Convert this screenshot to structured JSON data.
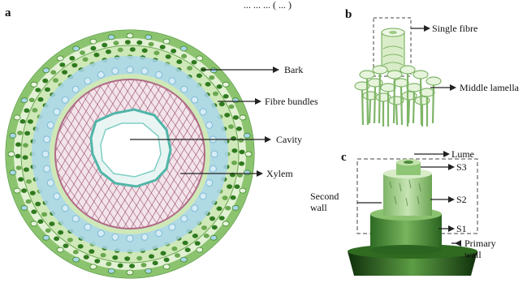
{
  "header_fragment": "... ... ... ( ... )",
  "panels": {
    "a": "a",
    "b": "b",
    "c": "c"
  },
  "panel_a": {
    "bark": "Bark",
    "fibre_bundles": "Fibre bundles",
    "cavity": "Cavity",
    "xylem": "Xylem"
  },
  "panel_b": {
    "single_fibre": "Single fibre",
    "middle_lamella": "Middle lamella"
  },
  "panel_c": {
    "lume": "Lume",
    "s3": "S3",
    "second_wall_1": "Second",
    "second_wall_2": "wall",
    "s2": "S2",
    "s1": "S1",
    "primary_wall_1": "Primary",
    "primary_wall_2": "wall"
  },
  "colors": {
    "bark_green": "#2f7a1f",
    "light_green": "#cfe8b8",
    "blue_cells": "#a9d6ea",
    "pink_xylem": "#b06a86",
    "cavity_teal": "#4fb6a8"
  }
}
